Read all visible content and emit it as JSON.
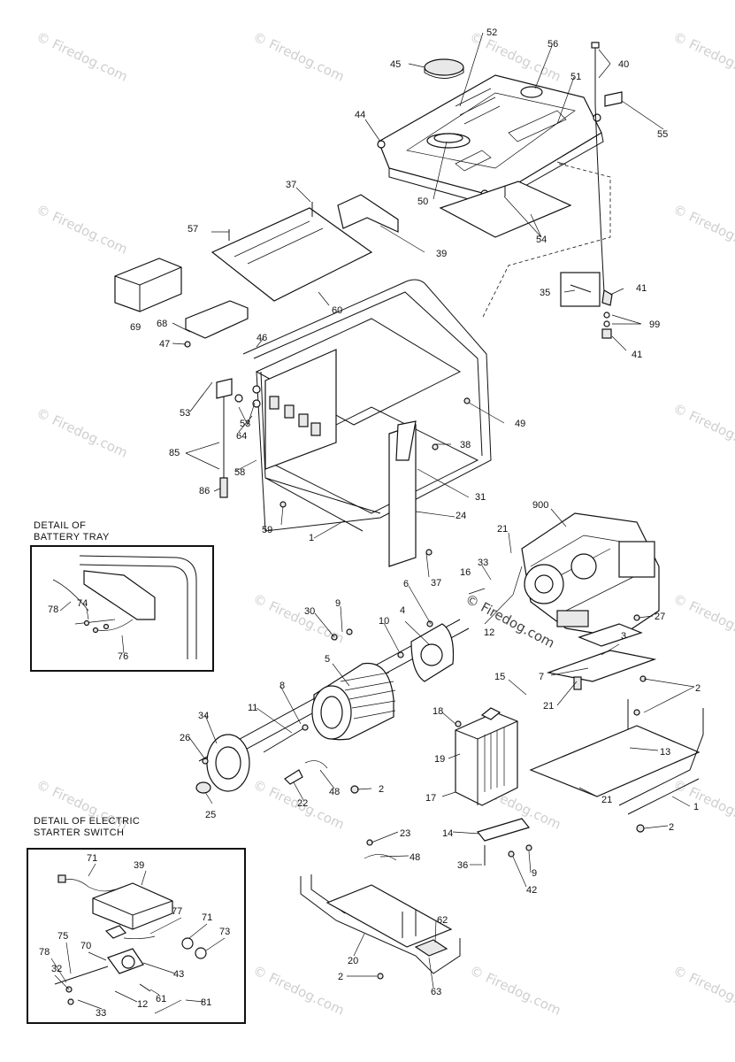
{
  "watermark": {
    "text": "© Firedog.com",
    "center_text": "© Firedog.com"
  },
  "details": {
    "battery_tray_title_1": "DETAIL OF",
    "battery_tray_title_2": "BATTERY TRAY",
    "starter_switch_title_1": "DETAIL OF ELECTRIC",
    "starter_switch_title_2": "STARTER SWITCH"
  },
  "callouts": {
    "c52": "52",
    "c56": "56",
    "c40": "40",
    "c45": "45",
    "c51": "51",
    "c55": "55",
    "c44": "44",
    "c50": "50",
    "c54": "54",
    "c37a": "37",
    "c57": "57",
    "c39a": "39",
    "c60": "60",
    "c69": "69",
    "c68": "68",
    "c47": "47",
    "c46": "46",
    "c35": "35",
    "c41a": "41",
    "c99": "99",
    "c41b": "41",
    "c53a": "53",
    "c53b": "53",
    "c64": "64",
    "c49": "49",
    "c38": "38",
    "c85": "85",
    "c58": "58",
    "c86": "86",
    "c31": "31",
    "c59": "59",
    "c24": "24",
    "c1a": "1",
    "c37b": "37",
    "c900": "900",
    "c21a": "21",
    "c33a": "33",
    "c16": "16",
    "c27": "27",
    "c6": "6",
    "c9a": "9",
    "c30": "30",
    "c4": "4",
    "c10": "10",
    "c12a": "12",
    "c3": "3",
    "c5": "5",
    "c15": "15",
    "c7": "7",
    "c2a": "2",
    "c21b": "21",
    "c18": "18",
    "c8": "8",
    "c11": "11",
    "c34": "34",
    "c26": "26",
    "c13": "13",
    "c19": "19",
    "c25": "25",
    "c22": "22",
    "c48a": "48",
    "c2b": "2",
    "c17": "17",
    "c21c": "21",
    "c1b": "1",
    "c2c": "2",
    "c14": "14",
    "c23": "23",
    "c48b": "48",
    "c36": "36",
    "c42": "42",
    "c9b": "9",
    "c62": "62",
    "c20": "20",
    "c2d": "2",
    "c63": "63",
    "c78a": "78",
    "c74": "74",
    "c76": "76",
    "c71a": "71",
    "c39b": "39",
    "c77": "77",
    "c71b": "71",
    "c73": "73",
    "c75": "75",
    "c70": "70",
    "c78b": "78",
    "c32": "32",
    "c43": "43",
    "c61": "61",
    "c81": "81",
    "c12b": "12",
    "c33b": "33"
  }
}
